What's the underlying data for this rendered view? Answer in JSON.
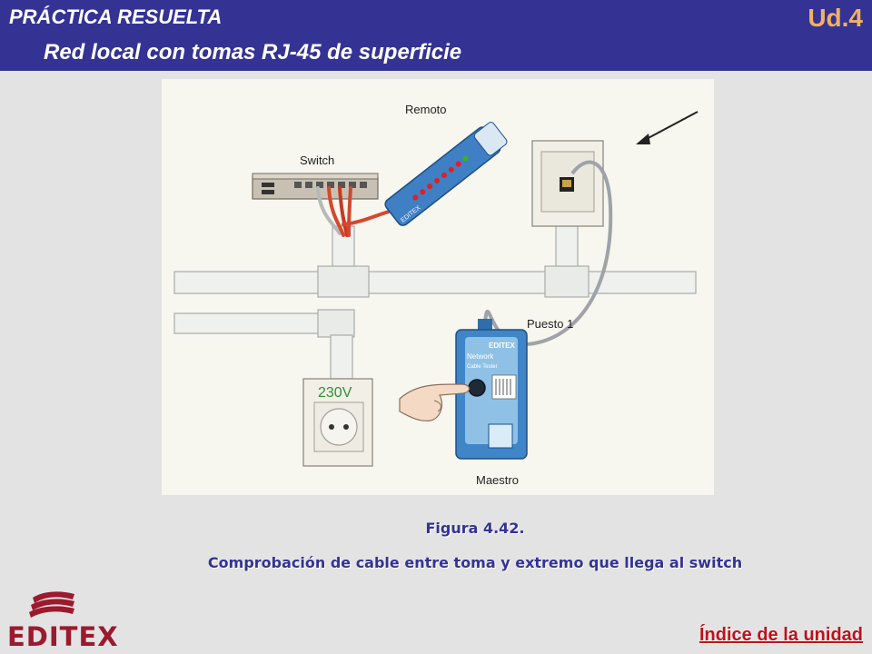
{
  "header": {
    "section": "PRÁCTICA RESUELTA",
    "subtitle": "Red local con tomas RJ-45 de superficie",
    "unit": "Ud.4"
  },
  "figure": {
    "labels": {
      "remoto": "Remoto",
      "switch": "Switch",
      "puesto": "Puesto 1",
      "maestro": "Maestro",
      "voltage": "230V",
      "tester_brand": "EDITEX",
      "tester_model": "Network",
      "tester_sub": "Cable Tester",
      "remote_brand": "EDITEX"
    }
  },
  "caption": {
    "figure_number": "Figura 4.42.",
    "text": "Comprobación de cable entre toma y extremo que llega al switch"
  },
  "footer": {
    "logo_text": "EDITEX",
    "index_link": "Índice de la unidad"
  },
  "colors": {
    "header_bg": "#343394",
    "unit_label": "#f2b061",
    "caption": "#343394",
    "logo": "#9b1a2e",
    "index_link": "#c0101a"
  }
}
